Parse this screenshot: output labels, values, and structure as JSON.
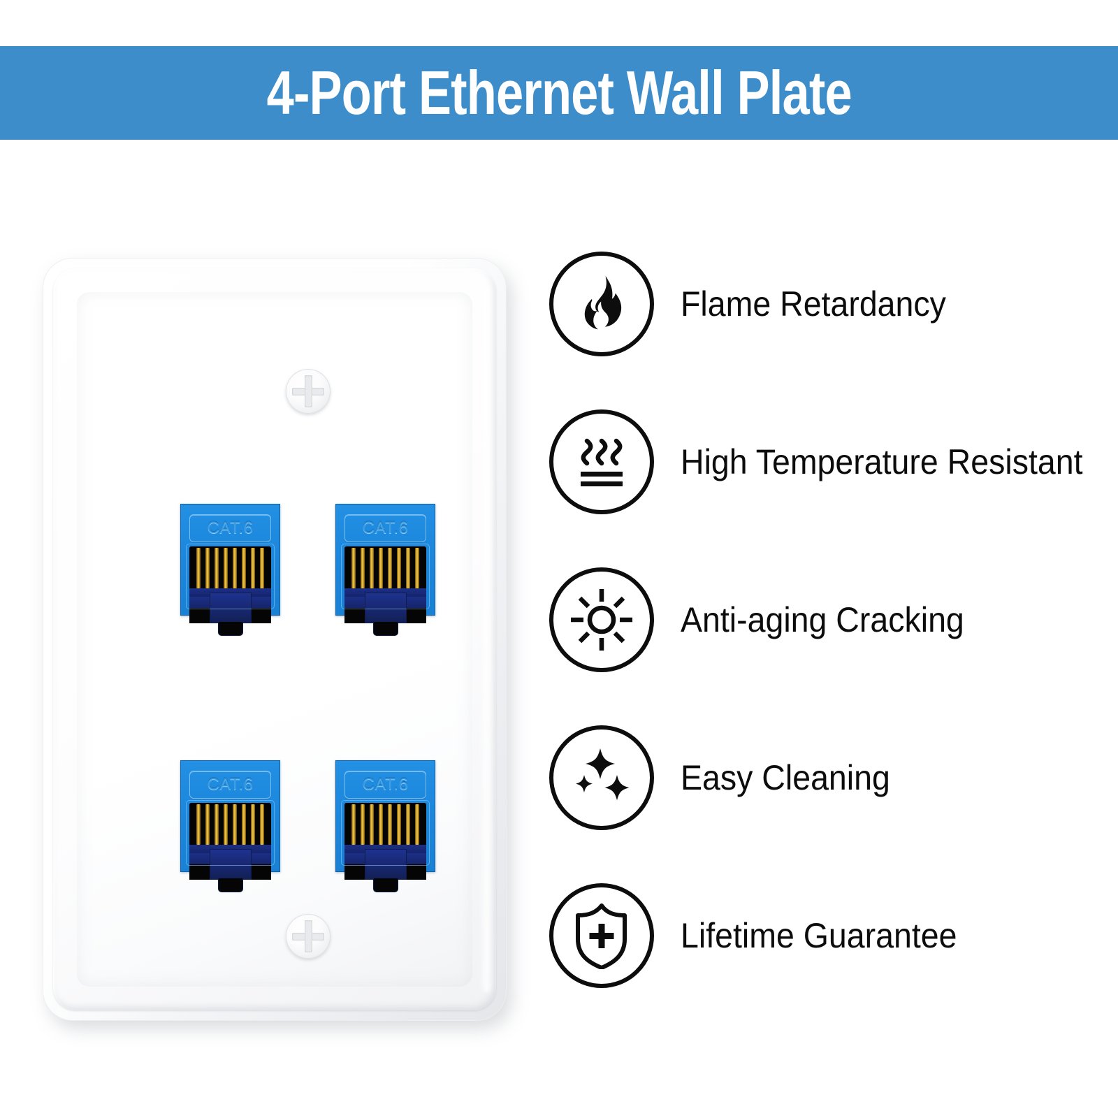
{
  "header": {
    "title": "4-Port Ethernet Wall Plate",
    "background_color": "#3c8dc9",
    "text_color": "#ffffff"
  },
  "product": {
    "name": "4-Port Ethernet Wall Plate",
    "plate_color": "#ffffff",
    "port_color": "#1b86db",
    "port_count": 4,
    "screw_count": 2,
    "ports": [
      {
        "position": "top-left",
        "label": "CAT.6",
        "pin_count": 8
      },
      {
        "position": "top-right",
        "label": "CAT.6",
        "pin_count": 8
      },
      {
        "position": "bottom-left",
        "label": "CAT.6",
        "pin_count": 8
      },
      {
        "position": "bottom-right",
        "label": "CAT.6",
        "pin_count": 8
      }
    ]
  },
  "features": [
    {
      "icon": "flame-icon",
      "label": "Flame Retardancy"
    },
    {
      "icon": "heat-waves-icon",
      "label": "High Temperature Resistant"
    },
    {
      "icon": "sun-icon",
      "label": "Anti-aging Cracking"
    },
    {
      "icon": "sparkles-icon",
      "label": "Easy Cleaning"
    },
    {
      "icon": "shield-plus-icon",
      "label": "Lifetime Guarantee"
    }
  ]
}
